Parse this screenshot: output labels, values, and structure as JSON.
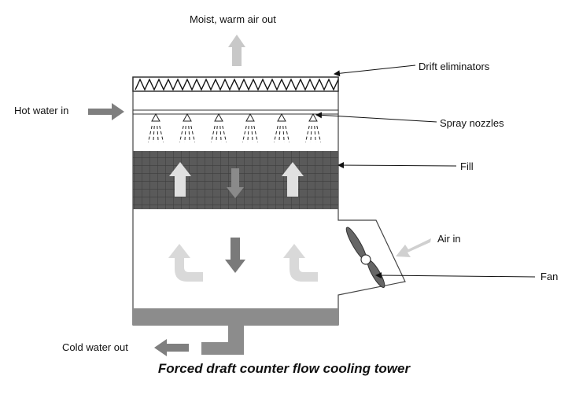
{
  "labels": {
    "air_out": "Moist, warm air out",
    "drift_eliminators": "Drift eliminators",
    "hot_water_in": "Hot water in",
    "spray_nozzles": "Spray nozzles",
    "fill": "Fill",
    "air_in": "Air in",
    "fan": "Fan",
    "cold_water_out": "Cold water out"
  },
  "caption": "Forced draft counter flow cooling tower",
  "colors": {
    "fill_grid": "#555555",
    "basin": "#8c8c8c",
    "arrow_dark": "#7a7a7a",
    "arrow_light": "#d9d9d9",
    "outline": "#333333"
  }
}
